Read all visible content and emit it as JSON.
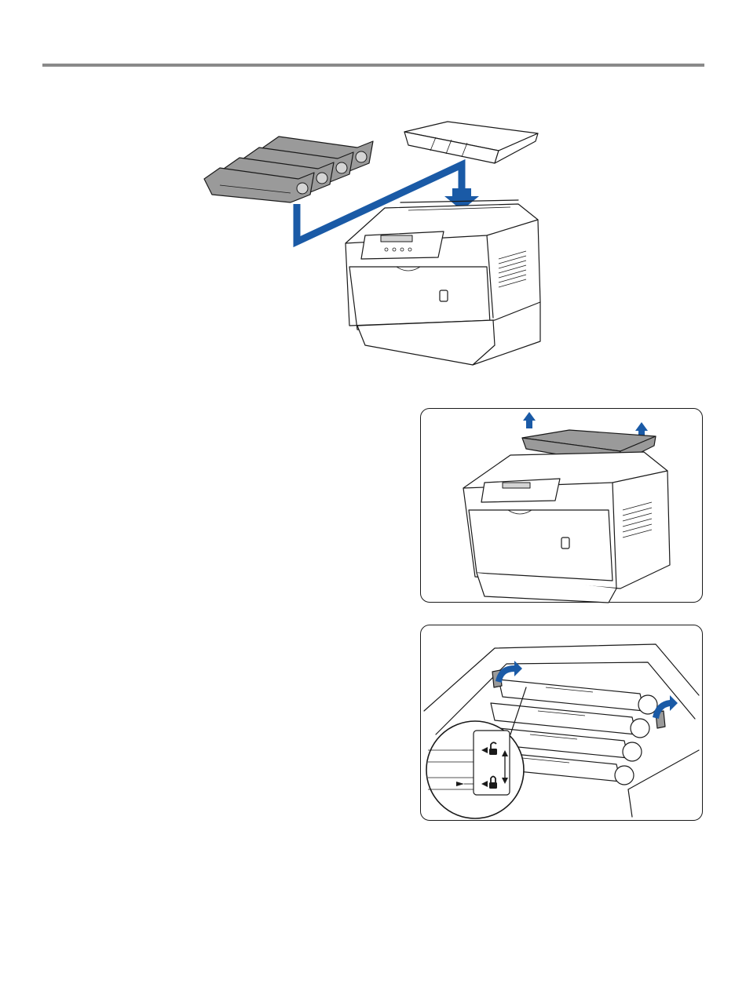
{
  "page": {
    "header_rule": true
  },
  "colors": {
    "accent": "#1a5aa6",
    "rule": "#8a8a8a",
    "line": "#1a1a1a",
    "cartridge_gray": "#9a9a9a"
  },
  "figures": [
    {
      "name": "overview",
      "depicts": "toner-cartridges-and-top-cover-installed-into-printer"
    },
    {
      "name": "cover",
      "depicts": "lift-off-top-cover-arrows"
    },
    {
      "name": "locks",
      "depicts": "cartridge-lock-levers-with-lock-unlock-inset"
    }
  ],
  "icons": [
    "down-arrow-icon",
    "up-arrow-icon",
    "curved-arrow-icon",
    "lock-icon",
    "unlock-icon",
    "double-arrow-icon"
  ]
}
